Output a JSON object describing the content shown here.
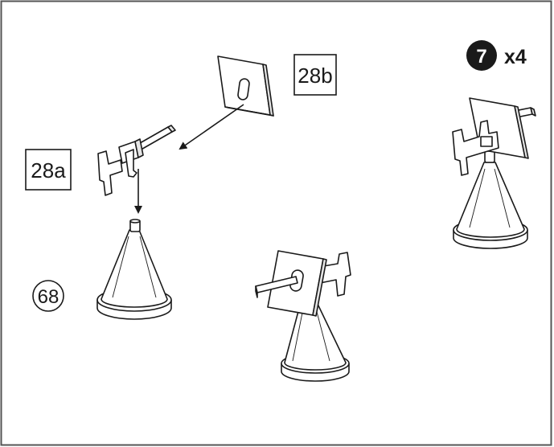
{
  "labels": {
    "part_28b": "28b",
    "part_28a": "28a",
    "part_68": "68",
    "step_number": "7",
    "quantity": "x4"
  },
  "colors": {
    "line": "#1a1a1a",
    "fill": "#ffffff",
    "frame": "#555555"
  },
  "icons": {
    "step_badge": "filled-circle-number",
    "part_68_marker": "circled-number",
    "arrow": "straight-arrow"
  }
}
